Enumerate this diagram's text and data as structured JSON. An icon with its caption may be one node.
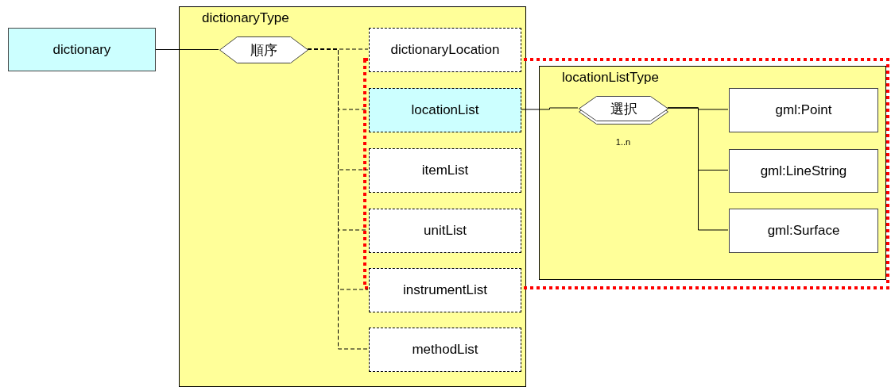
{
  "diagram": {
    "nodes": [
      {
        "text": [
          "dictionary"
        ]
      },
      {
        "text": [
          "dictionaryType"
        ]
      },
      {
        "text": [
          "順序"
        ],
        "in": 1
      },
      {
        "text": [
          "dictionaryLocation"
        ],
        "in": 1
      },
      {
        "text": [
          "locationList"
        ],
        "in": 1
      },
      {
        "text": [
          "itemList"
        ],
        "in": 1
      },
      {
        "text": [
          "unitList"
        ],
        "in": 1
      },
      {
        "text": [
          "instrumentList"
        ],
        "in": 1
      },
      {
        "text": [
          "methodList"
        ],
        "in": 1
      },
      {
        "text": [
          "locationListType"
        ]
      },
      {
        "text": [
          "選択"
        ],
        "in": 9,
        "beside": [
          "1..n"
        ]
      },
      {
        "text": [
          "gml:Point"
        ],
        "in": 9
      },
      {
        "text": [
          "gml:LineString"
        ],
        "in": 9
      },
      {
        "text": [
          "gml:Surface"
        ],
        "in": 9
      }
    ],
    "edges": [
      {
        "from": 0,
        "to": 2,
        "arrow": "none"
      },
      {
        "from": 2,
        "to": 3,
        "arrow": "none",
        "style": "dashed"
      },
      {
        "from": 2,
        "to": 4,
        "arrow": "none",
        "style": "dashed"
      },
      {
        "from": 2,
        "to": 5,
        "arrow": "none",
        "style": "dashed"
      },
      {
        "from": 2,
        "to": 6,
        "arrow": "none",
        "style": "dashed"
      },
      {
        "from": 2,
        "to": 7,
        "arrow": "none",
        "style": "dashed"
      },
      {
        "from": 2,
        "to": 8,
        "arrow": "none",
        "style": "dashed"
      },
      {
        "from": 4,
        "to": 10,
        "arrow": "none"
      },
      {
        "from": 10,
        "to": 11,
        "arrow": "none"
      },
      {
        "from": 10,
        "to": 12,
        "arrow": "none"
      },
      {
        "from": 10,
        "to": 13,
        "arrow": "none"
      }
    ]
  }
}
